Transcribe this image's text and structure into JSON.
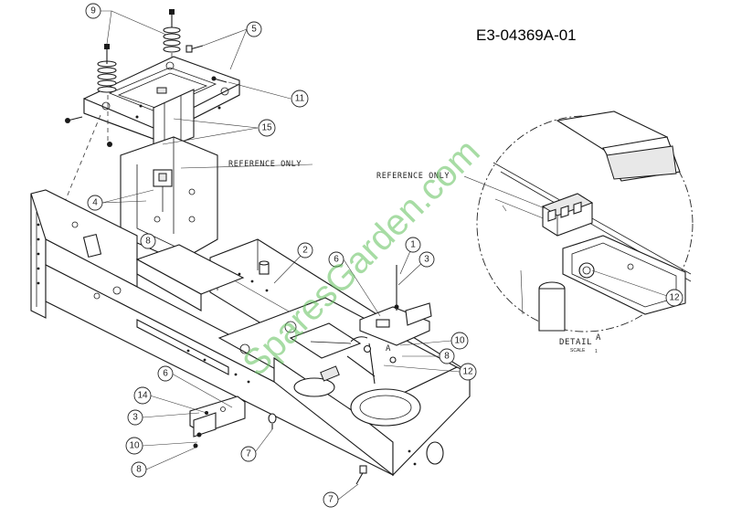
{
  "drawing_code": "E3-04369A-01",
  "watermark": "SparesGarden.com",
  "reference_label": "REFERENCE ONLY",
  "detail": {
    "title": "DETAIL",
    "letter": "A",
    "scale_label": "SCALE",
    "scale_value": "1",
    "marker_letter": "A"
  },
  "callouts": {
    "c9": "9",
    "c5": "5",
    "c11": "11",
    "c15": "15",
    "c4": "4",
    "c8a": "8",
    "c2": "2",
    "c6a": "6",
    "c1": "1",
    "c3a": "3",
    "c10a": "10",
    "c8b": "8",
    "c12a": "12",
    "c12b": "12",
    "c6b": "6",
    "c14": "14",
    "c3b": "3",
    "c10b": "10",
    "c8c": "8",
    "c7a": "7",
    "c7b": "7"
  }
}
